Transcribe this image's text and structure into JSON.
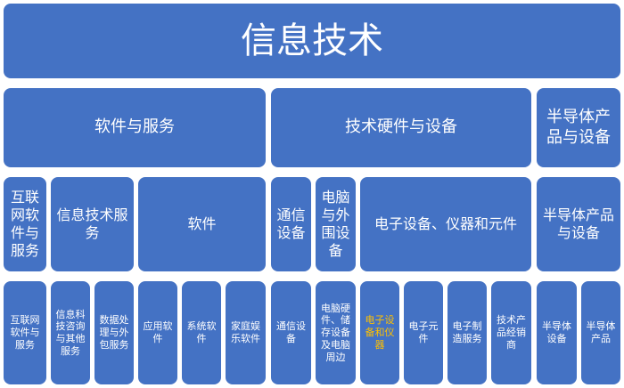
{
  "title": "信息技术",
  "level1": [
    "软件与服务",
    "技术硬件与设备",
    "半导体产品与设备"
  ],
  "level2": [
    "互联网软件与服务",
    "信息技术服务",
    "软件",
    "通信设备",
    "电脑与外围设备",
    "电子设备、仪器和元件",
    "半导体产品与设备"
  ],
  "level3": [
    "互联网软件与服务",
    "信息科技咨询与其他服务",
    "数据处理与外包服务",
    "应用软件",
    "系统软件",
    "家庭娱乐软件",
    "通信设备",
    "电脑硬件、储存设备及电脑周边",
    "电子设备和仪器",
    "电子元件",
    "电子制造服务",
    "技术产品经销商",
    "半导体设备",
    "半导体产品"
  ],
  "colors": {
    "box": "#4472c4",
    "text": "#ffffff",
    "highlight_text": "#ffc000"
  }
}
